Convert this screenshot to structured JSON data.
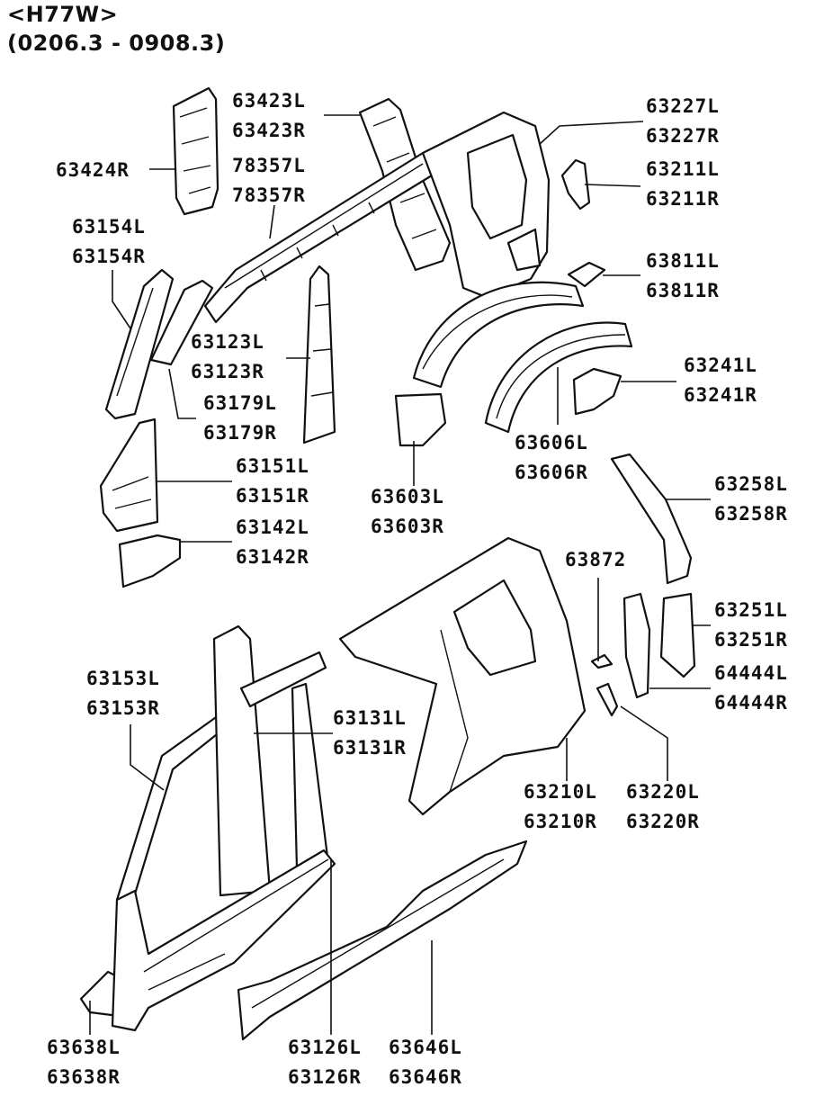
{
  "header": {
    "model": "<H77W>",
    "range": "(0206.3 - 0908.3)"
  },
  "callouts": [
    {
      "id": "c63423",
      "lines": [
        "63423L",
        "63423R"
      ]
    },
    {
      "id": "c63424",
      "lines": [
        "63424R"
      ]
    },
    {
      "id": "c78357",
      "lines": [
        "78357L",
        "78357R"
      ]
    },
    {
      "id": "c63227",
      "lines": [
        "63227L",
        "63227R"
      ]
    },
    {
      "id": "c63211",
      "lines": [
        "63211L",
        "63211R"
      ]
    },
    {
      "id": "c63154",
      "lines": [
        "63154L",
        "63154R"
      ]
    },
    {
      "id": "c63811",
      "lines": [
        "63811L",
        "63811R"
      ]
    },
    {
      "id": "c63123",
      "lines": [
        "63123L",
        "63123R"
      ]
    },
    {
      "id": "c63241",
      "lines": [
        "63241L",
        "63241R"
      ]
    },
    {
      "id": "c63179",
      "lines": [
        "63179L",
        "63179R"
      ]
    },
    {
      "id": "c63606",
      "lines": [
        "63606L",
        "63606R"
      ]
    },
    {
      "id": "c63151",
      "lines": [
        "63151L",
        "63151R"
      ]
    },
    {
      "id": "c63603",
      "lines": [
        "63603L",
        "63603R"
      ]
    },
    {
      "id": "c63258",
      "lines": [
        "63258L",
        "63258R"
      ]
    },
    {
      "id": "c63142",
      "lines": [
        "63142L",
        "63142R"
      ]
    },
    {
      "id": "c63872",
      "lines": [
        "63872"
      ]
    },
    {
      "id": "c63251",
      "lines": [
        "63251L",
        "63251R"
      ]
    },
    {
      "id": "c64444",
      "lines": [
        "64444L",
        "64444R"
      ]
    },
    {
      "id": "c63153",
      "lines": [
        "63153L",
        "63153R"
      ]
    },
    {
      "id": "c63131",
      "lines": [
        "63131L",
        "63131R"
      ]
    },
    {
      "id": "c63210",
      "lines": [
        "63210L",
        "63210R"
      ]
    },
    {
      "id": "c63220",
      "lines": [
        "63220L",
        "63220R"
      ]
    },
    {
      "id": "c63638",
      "lines": [
        "63638L",
        "63638R"
      ]
    },
    {
      "id": "c63126",
      "lines": [
        "63126L",
        "63126R"
      ]
    },
    {
      "id": "c63646",
      "lines": [
        "63646L",
        "63646R"
      ]
    }
  ]
}
